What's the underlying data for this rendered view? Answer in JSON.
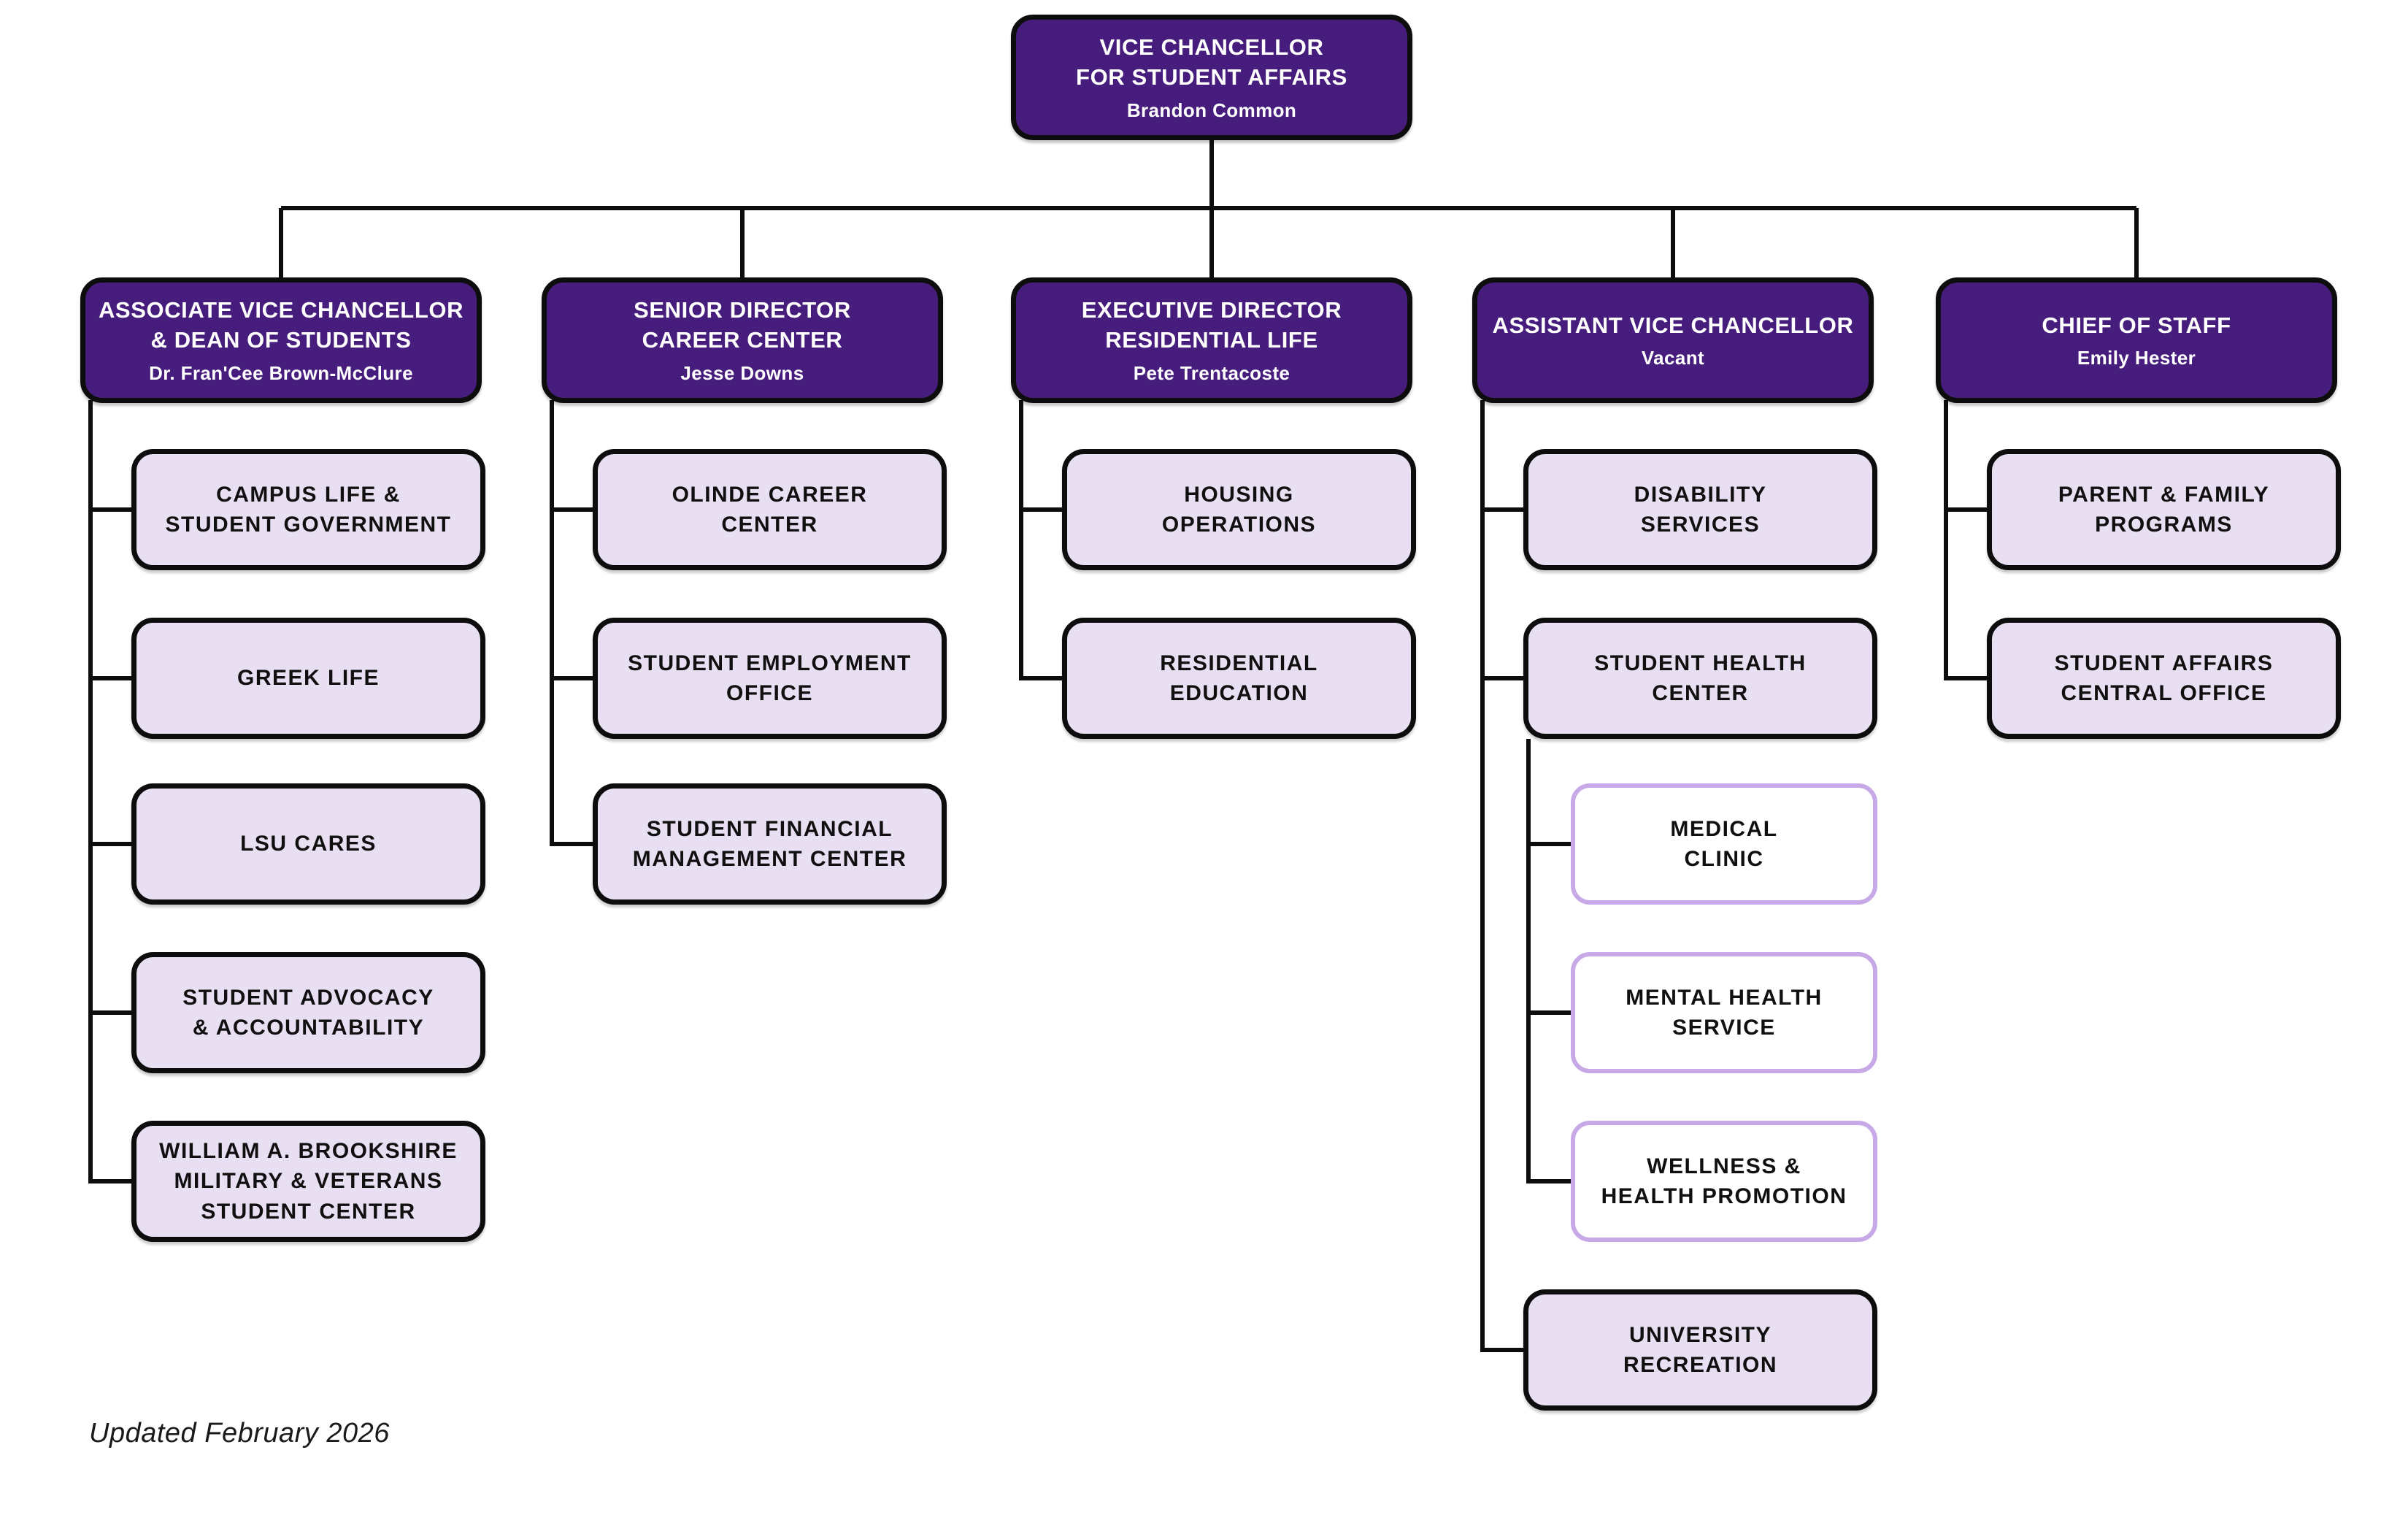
{
  "page": {
    "footer_note": "Updated February 2026"
  },
  "colors": {
    "brand_purple": "#461D7C",
    "child_fill_lavender": "#E8DFF3",
    "sub_border_lavender": "#C6A9E6",
    "line_black": "#0D0D0D",
    "background": "#FFFFFF"
  },
  "root": {
    "title": "VICE CHANCELLOR\nFOR STUDENT AFFAIRS",
    "name": "Brandon Common"
  },
  "branches": [
    {
      "title": "ASSOCIATE VICE CHANCELLOR\n& DEAN OF STUDENTS",
      "name": "Dr. Fran'Cee Brown-McClure",
      "children": [
        {
          "label": "CAMPUS LIFE &\nSTUDENT GOVERNMENT"
        },
        {
          "label": "GREEK LIFE"
        },
        {
          "label": "LSU CARES"
        },
        {
          "label": "STUDENT ADVOCACY\n& ACCOUNTABILITY"
        },
        {
          "label": "WILLIAM A. BROOKSHIRE\nMILITARY & VETERANS\nSTUDENT CENTER"
        }
      ]
    },
    {
      "title": "SENIOR DIRECTOR\nCAREER CENTER",
      "name": "Jesse Downs",
      "children": [
        {
          "label": "OLINDE CAREER\nCENTER"
        },
        {
          "label": "STUDENT EMPLOYMENT\nOFFICE"
        },
        {
          "label": "STUDENT FINANCIAL\nMANAGEMENT CENTER"
        }
      ]
    },
    {
      "title": "EXECUTIVE DIRECTOR\nRESIDENTIAL LIFE",
      "name": "Pete Trentacoste",
      "children": [
        {
          "label": "HOUSING\nOPERATIONS"
        },
        {
          "label": "RESIDENTIAL\nEDUCATION"
        }
      ]
    },
    {
      "title": "ASSISTANT VICE CHANCELLOR",
      "name": "Vacant",
      "children": [
        {
          "label": "DISABILITY\nSERVICES"
        },
        {
          "label": "STUDENT HEALTH\nCENTER",
          "children": [
            {
              "label": "MEDICAL\nCLINIC"
            },
            {
              "label": "MENTAL HEALTH\nSERVICE"
            },
            {
              "label": "WELLNESS &\nHEALTH PROMOTION"
            }
          ]
        },
        {
          "label": "UNIVERSITY\nRECREATION"
        }
      ]
    },
    {
      "title": "CHIEF OF STAFF",
      "name": "Emily Hester",
      "children": [
        {
          "label": "PARENT & FAMILY\nPROGRAMS"
        },
        {
          "label": "STUDENT AFFAIRS\nCENTRAL OFFICE"
        }
      ]
    }
  ]
}
